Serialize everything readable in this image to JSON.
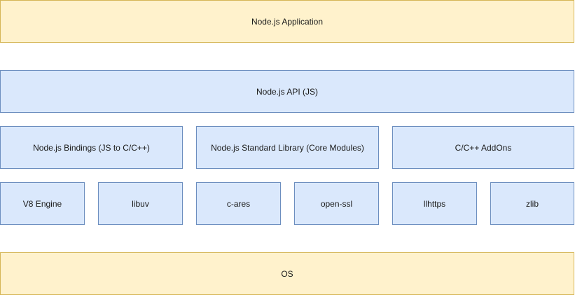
{
  "layers": {
    "application": "Node.js Application",
    "api": "Node.js API (JS)",
    "bindings": "Node.js Bindings (JS to C/C++)",
    "standard_library": "Node.js Standard Library (Core Modules)",
    "addons": "C/C++ AddOns",
    "v8": "V8 Engine",
    "libuv": "libuv",
    "c_ares": "c-ares",
    "open_ssl": "open-ssl",
    "llhttps": "llhttps",
    "zlib": "zlib",
    "os": "OS"
  },
  "colors": {
    "yellow_fill": "#fff2cc",
    "yellow_border": "#d6b656",
    "blue_fill": "#dae8fc",
    "blue_border": "#6c8ebf"
  }
}
